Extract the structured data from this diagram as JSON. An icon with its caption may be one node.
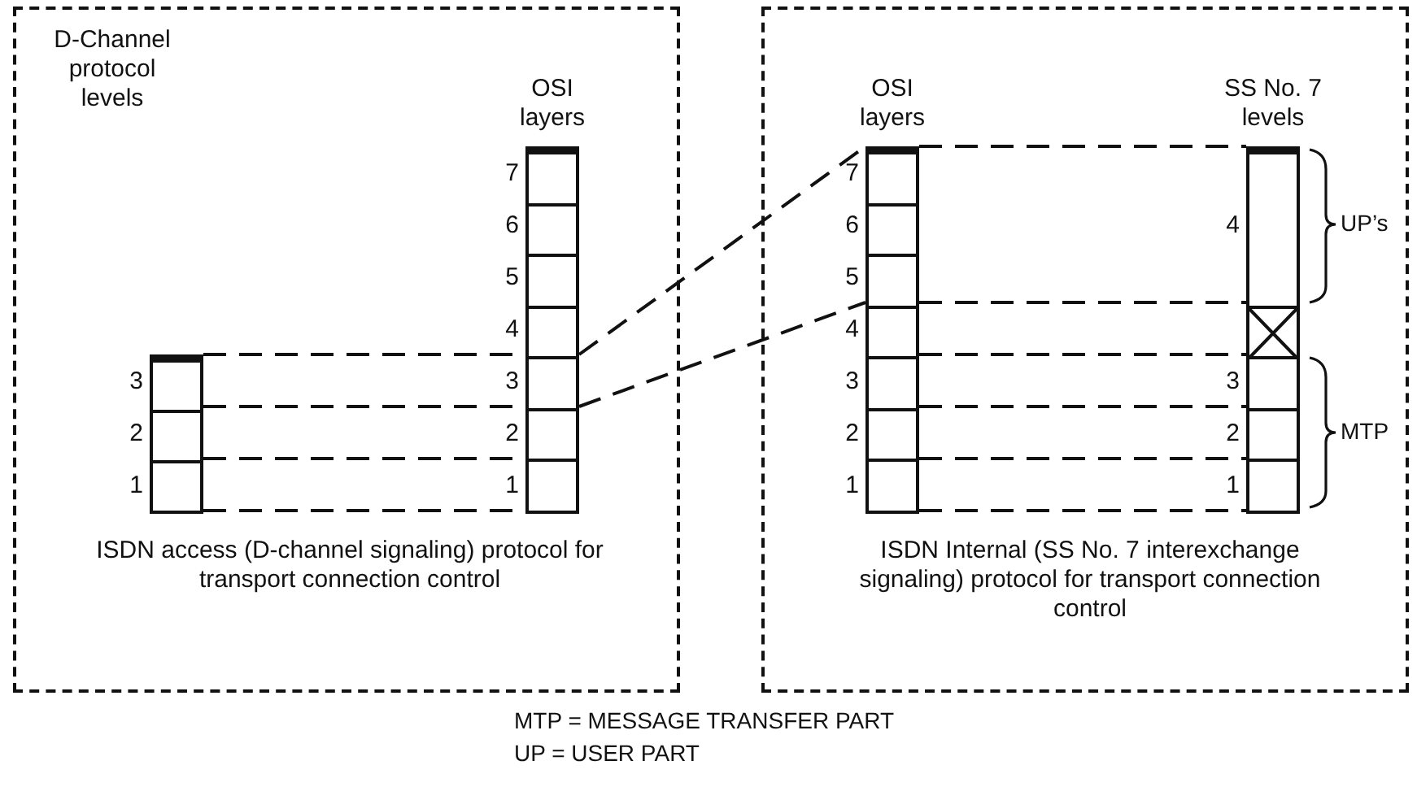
{
  "diagram": {
    "nodes": [
      {
        "text": [
          "D-Channel protocol levels",
          "ISDN access (D-channel signaling) protocol for transport connection control"
        ]
      },
      {
        "text": [],
        "shape": "box",
        "in": 0,
        "beside": [
          "3",
          "2",
          "1"
        ]
      },
      {
        "text": [
          "OSI layers"
        ],
        "in": 0,
        "beside": [
          "7",
          "6",
          "5",
          "4",
          "3",
          "2",
          "1"
        ]
      },
      {
        "text": [
          "ISDN Internal (SS No. 7 interexchange signaling) protocol for transport connection control"
        ]
      },
      {
        "text": [
          "OSI layers"
        ],
        "in": 3,
        "beside": [
          "7",
          "6",
          "5",
          "4",
          "3",
          "2",
          "1"
        ]
      },
      {
        "text": [
          "SS No. 7 levels"
        ],
        "in": 3,
        "beside": [
          "4",
          "3",
          "2",
          "1"
        ]
      }
    ],
    "edges": [
      {
        "from": 1,
        "to": 2,
        "arrow": "none",
        "style": "dashed"
      },
      {
        "from": 1,
        "to": 2,
        "arrow": "none",
        "style": "dashed"
      },
      {
        "from": 1,
        "to": 2,
        "arrow": "none",
        "style": "dashed"
      },
      {
        "from": 1,
        "to": 2,
        "arrow": "none",
        "style": "dashed"
      },
      {
        "from": 2,
        "to": 4,
        "arrow": "none",
        "style": "dashed"
      },
      {
        "from": 2,
        "to": 4,
        "arrow": "none",
        "style": "dashed"
      },
      {
        "from": 4,
        "to": 5,
        "arrow": "none",
        "style": "dashed"
      },
      {
        "from": 4,
        "to": 5,
        "arrow": "none",
        "style": "dashed"
      },
      {
        "from": 4,
        "to": 5,
        "arrow": "none",
        "style": "dashed"
      },
      {
        "from": 4,
        "to": 5,
        "arrow": "none",
        "style": "dashed"
      },
      {
        "from": 4,
        "to": 5,
        "arrow": "none",
        "style": "dashed"
      },
      {
        "from": 4,
        "to": 5,
        "arrow": "none",
        "style": "dashed"
      }
    ],
    "labels": [
      "UP’s",
      "MTP",
      "MTP = MESSAGE TRANSFER PART",
      "UP = USER PART"
    ]
  }
}
